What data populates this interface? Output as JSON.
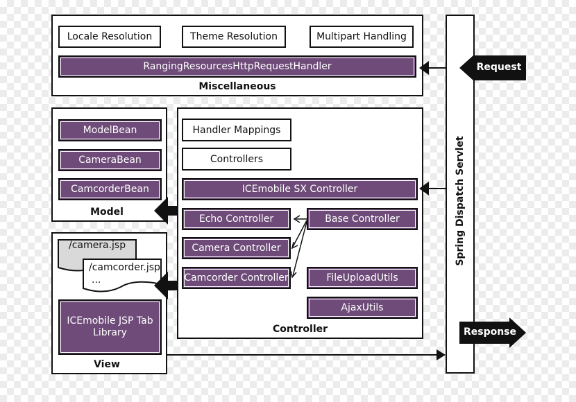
{
  "misc": {
    "title": "Miscellaneous",
    "locale": "Locale Resolution",
    "theme": "Theme Resolution",
    "multipart": "Multipart Handling",
    "ranging": "RangingResourcesHttpRequestHandler"
  },
  "model": {
    "title": "Model",
    "beans": [
      "ModelBean",
      "CameraBean",
      "CamcorderBean"
    ]
  },
  "view": {
    "title": "View",
    "doc1": "/camera.jsp",
    "doc2_line1": "/camcorder.jsp",
    "doc2_line2": "...",
    "taglib": "ICEmobile JSP Tab Library"
  },
  "controller": {
    "title": "Controller",
    "handler_mappings": "Handler Mappings",
    "controllers": "Controllers",
    "sx": "ICEmobile SX Controller",
    "echo": "Echo Controller",
    "camera": "Camera Controller",
    "camcorder": "Camcorder Controller",
    "base": "Base Controller",
    "fileupload": "FileUploadUtils",
    "ajax": "AjaxUtils"
  },
  "servlet": {
    "title": "Spring Dispatch Servlet"
  },
  "request": "Request",
  "response": "Response",
  "colors": {
    "purple": "#6e4b78",
    "border": "#111111"
  }
}
